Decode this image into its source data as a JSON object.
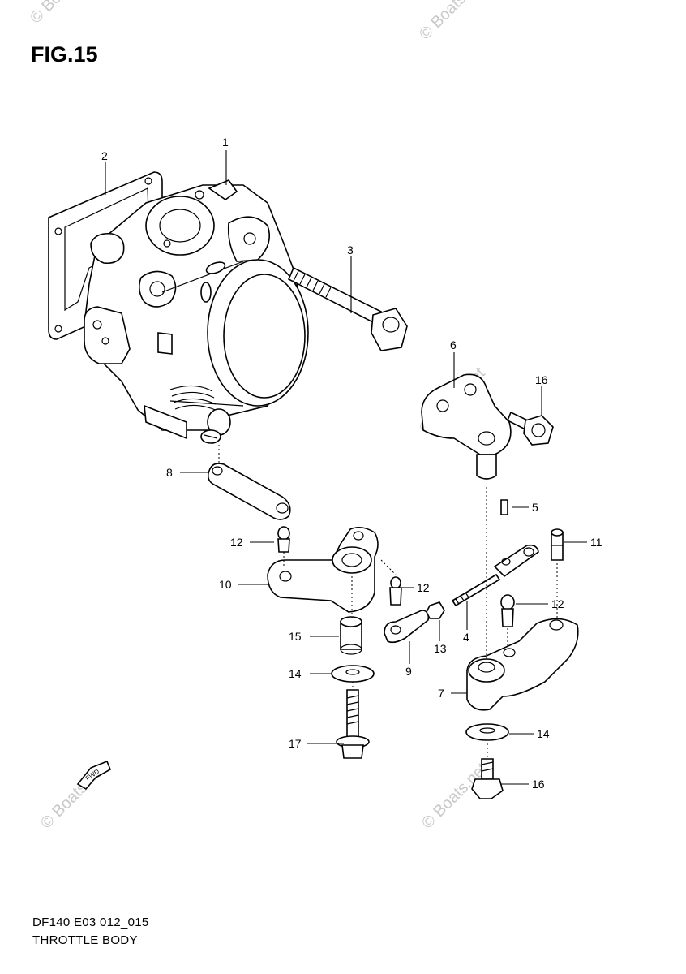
{
  "figure": {
    "title": "FIG.15"
  },
  "footer": {
    "model_code": "DF140 E03 012_015",
    "caption": "THROTTLE BODY"
  },
  "watermark": {
    "text": "© Boats.net"
  },
  "fwd_symbol": {
    "text": "FWD"
  },
  "callouts": [
    {
      "id": "c1",
      "label": "1"
    },
    {
      "id": "c2",
      "label": "2"
    },
    {
      "id": "c3",
      "label": "3"
    },
    {
      "id": "c4",
      "label": "4"
    },
    {
      "id": "c5",
      "label": "5"
    },
    {
      "id": "c6",
      "label": "6"
    },
    {
      "id": "c7",
      "label": "7"
    },
    {
      "id": "c8",
      "label": "8"
    },
    {
      "id": "c9",
      "label": "9"
    },
    {
      "id": "c10",
      "label": "10"
    },
    {
      "id": "c11",
      "label": "11"
    },
    {
      "id": "c12a",
      "label": "12"
    },
    {
      "id": "c12b",
      "label": "12"
    },
    {
      "id": "c12c",
      "label": "12"
    },
    {
      "id": "c13",
      "label": "13"
    },
    {
      "id": "c14a",
      "label": "14"
    },
    {
      "id": "c14b",
      "label": "14"
    },
    {
      "id": "c15",
      "label": "15"
    },
    {
      "id": "c16a",
      "label": "16"
    },
    {
      "id": "c16b",
      "label": "16"
    },
    {
      "id": "c17",
      "label": "17"
    }
  ]
}
